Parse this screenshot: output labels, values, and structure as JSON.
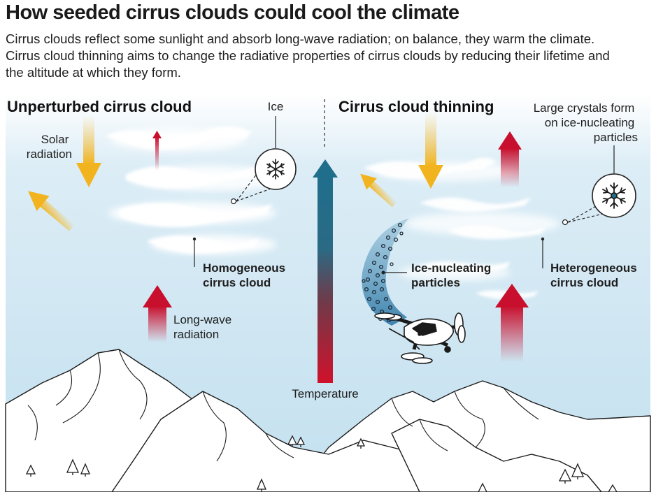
{
  "title": "How seeded cirrus clouds could cool the climate",
  "subtitle_lines": [
    "Cirrus clouds reflect some sunlight and absorb long-wave radiation; on balance, they warm the climate.",
    "Cirrus cloud thinning aims to change the radiative properties of cirrus clouds by reducing their lifetime and",
    "the altitude at which they form."
  ],
  "left_panel": {
    "heading": "Unperturbed cirrus cloud",
    "solar_label": [
      "Solar",
      "radiation"
    ],
    "ice_label": "Ice",
    "cloud_label": [
      "Homogeneous",
      "cirrus cloud"
    ],
    "longwave_label": [
      "Long-wave",
      "radiation"
    ]
  },
  "right_panel": {
    "heading": "Cirrus cloud thinning",
    "crystals_label": [
      "Large crystals form",
      "on ice-nucleating",
      "particles"
    ],
    "particles_label": [
      "Ice-nucleating",
      "particles"
    ],
    "cloud_label": [
      "Heterogeneous",
      "cirrus cloud"
    ]
  },
  "temperature_label": "Temperature",
  "colors": {
    "sky": "#cde6f2",
    "solar_arrow": "#f2b41e",
    "longwave_arrow": "#c8102e",
    "temperature_top": "#1f6e8c",
    "temperature_bottom": "#d0112b"
  }
}
